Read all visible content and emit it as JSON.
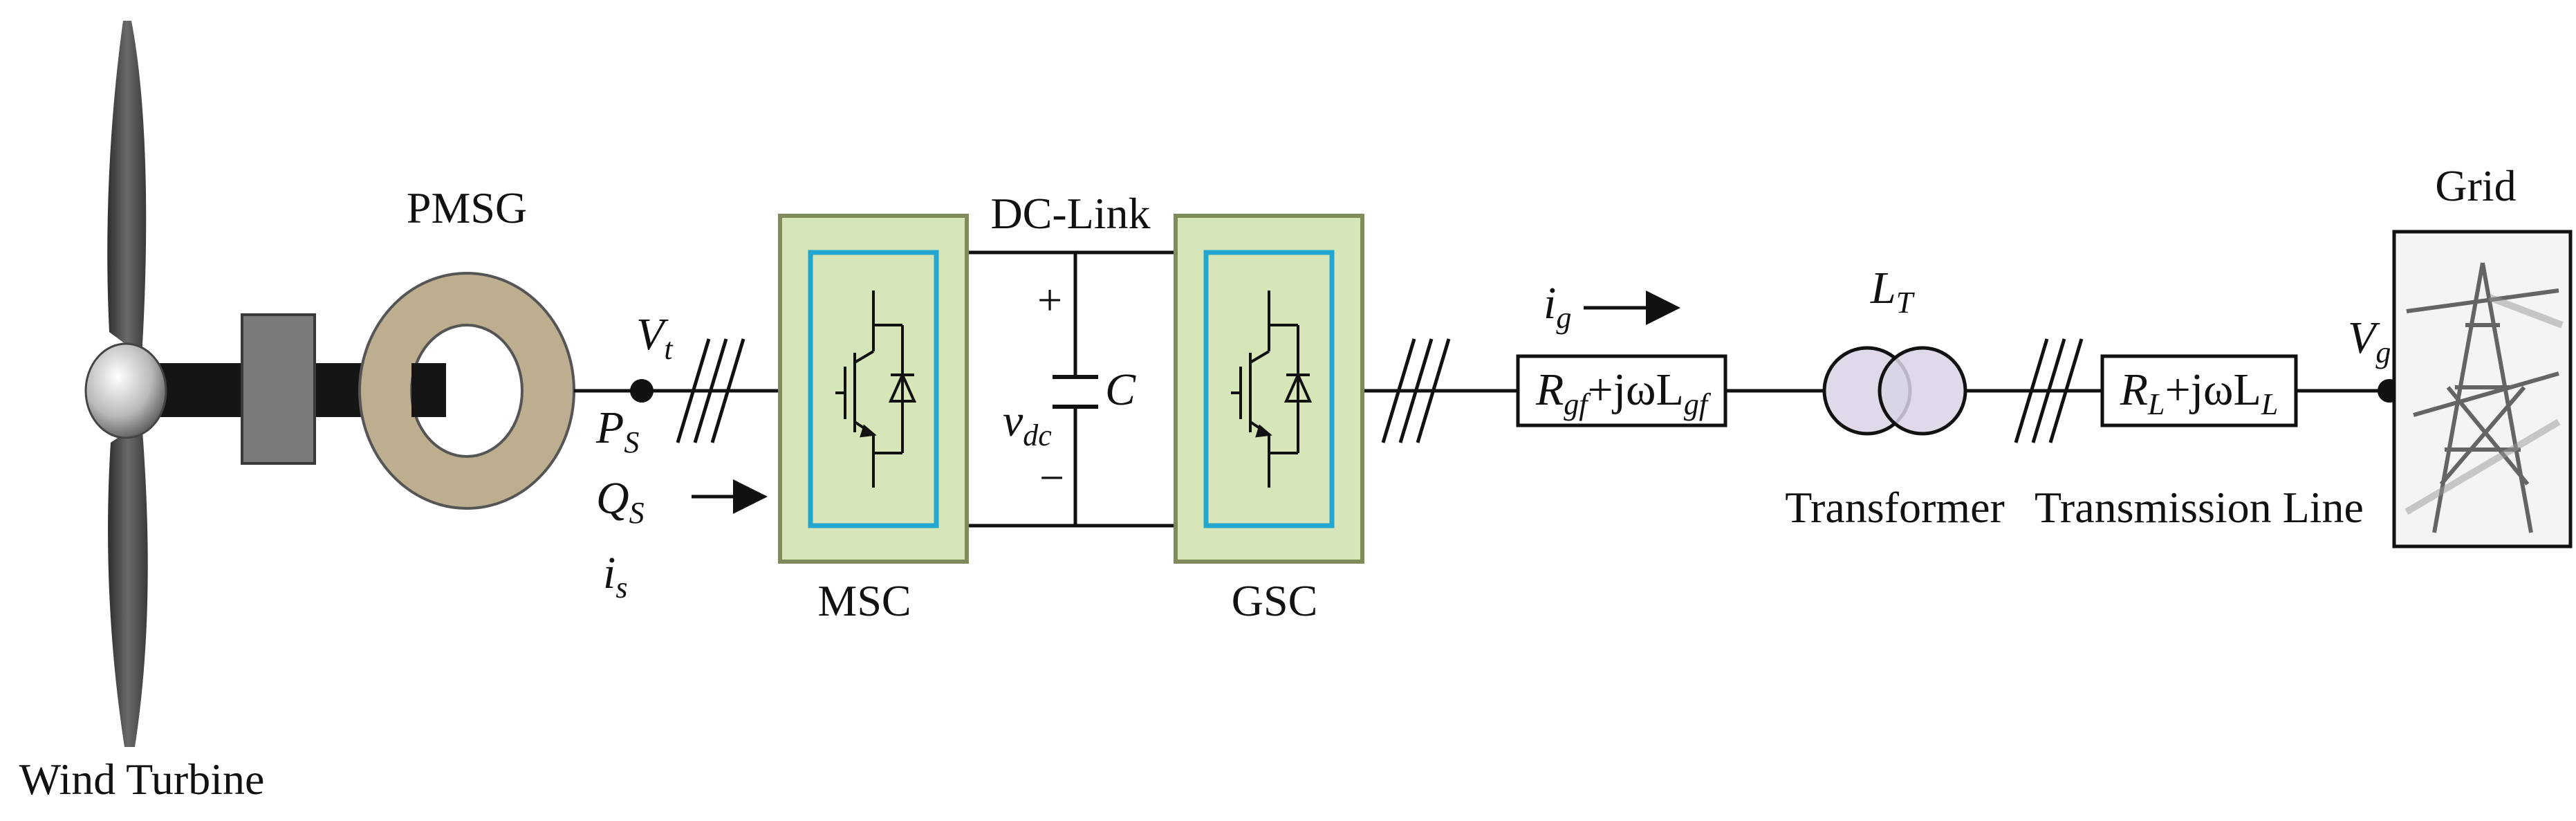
{
  "labels": {
    "wind_turbine": "Wind Turbine",
    "pmsg": "PMSG",
    "dc_link": "DC-Link",
    "msc": "MSC",
    "gsc": "GSC",
    "transformer": "Transformer",
    "transmission_line": "Transmission Line",
    "grid": "Grid"
  },
  "symbols": {
    "vt": {
      "main": "V",
      "sub": "t"
    },
    "ps": {
      "main": "P",
      "sub": "S"
    },
    "qs": {
      "main": "Q",
      "sub": "S"
    },
    "is": {
      "main": "i",
      "sub": "s"
    },
    "ig": {
      "main": "i",
      "sub": "g"
    },
    "lt": {
      "main": "L",
      "sub": "T"
    },
    "vg": {
      "main": "V",
      "sub": "g"
    },
    "vdc": {
      "main": "v",
      "sub": "dc"
    },
    "cap": "C",
    "plus": "+",
    "minus": "−"
  },
  "impedances": {
    "filter": {
      "r": "R",
      "r_sub": "gf",
      "mid": "+jωL",
      "l_sub": "gf"
    },
    "line": {
      "r": "R",
      "r_sub": "L",
      "mid": "+jωL",
      "l_sub": "L"
    }
  },
  "colors": {
    "converter_fill": "#d7e6b8",
    "converter_border": "#7f8c5a",
    "converter_inner": "#23a6cf",
    "ring": "#bcae8e",
    "blade": "#4a4a4a",
    "shaft": "#151515",
    "gearbox": "#7a7a7a",
    "transformer": "#d9d2e6"
  }
}
